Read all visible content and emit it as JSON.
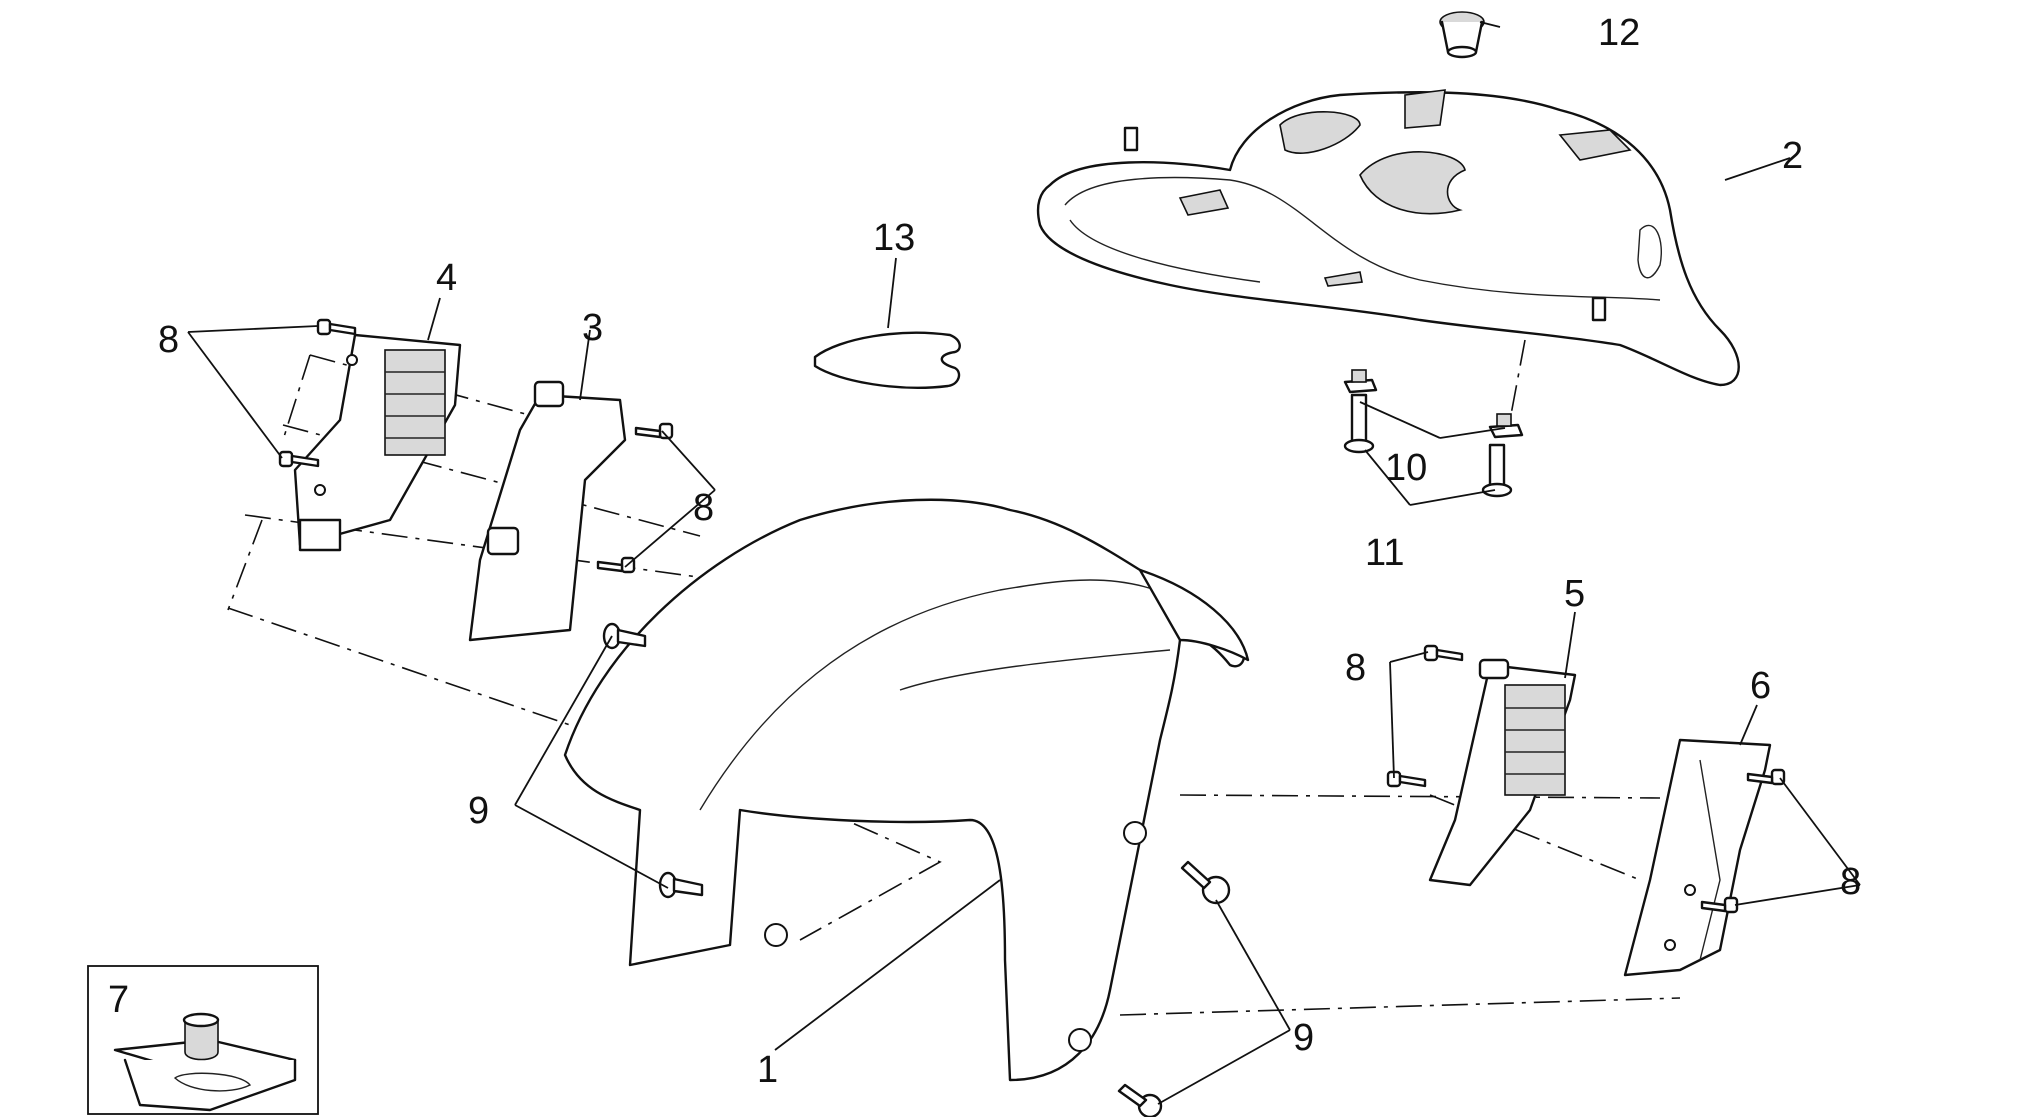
{
  "diagram": {
    "callouts": [
      {
        "id": "c1",
        "text": "1"
      },
      {
        "id": "c2",
        "text": "2"
      },
      {
        "id": "c3",
        "text": "3"
      },
      {
        "id": "c4",
        "text": "4"
      },
      {
        "id": "c5",
        "text": "5"
      },
      {
        "id": "c6",
        "text": "6"
      },
      {
        "id": "c7",
        "text": "7"
      },
      {
        "id": "c8a",
        "text": "8"
      },
      {
        "id": "c8b",
        "text": "8"
      },
      {
        "id": "c8c",
        "text": "8"
      },
      {
        "id": "c8d",
        "text": "8"
      },
      {
        "id": "c9a",
        "text": "9"
      },
      {
        "id": "c9b",
        "text": "9"
      },
      {
        "id": "c10",
        "text": "10"
      },
      {
        "id": "c11",
        "text": "11"
      },
      {
        "id": "c12",
        "text": "12"
      },
      {
        "id": "c13",
        "text": "13"
      }
    ]
  }
}
